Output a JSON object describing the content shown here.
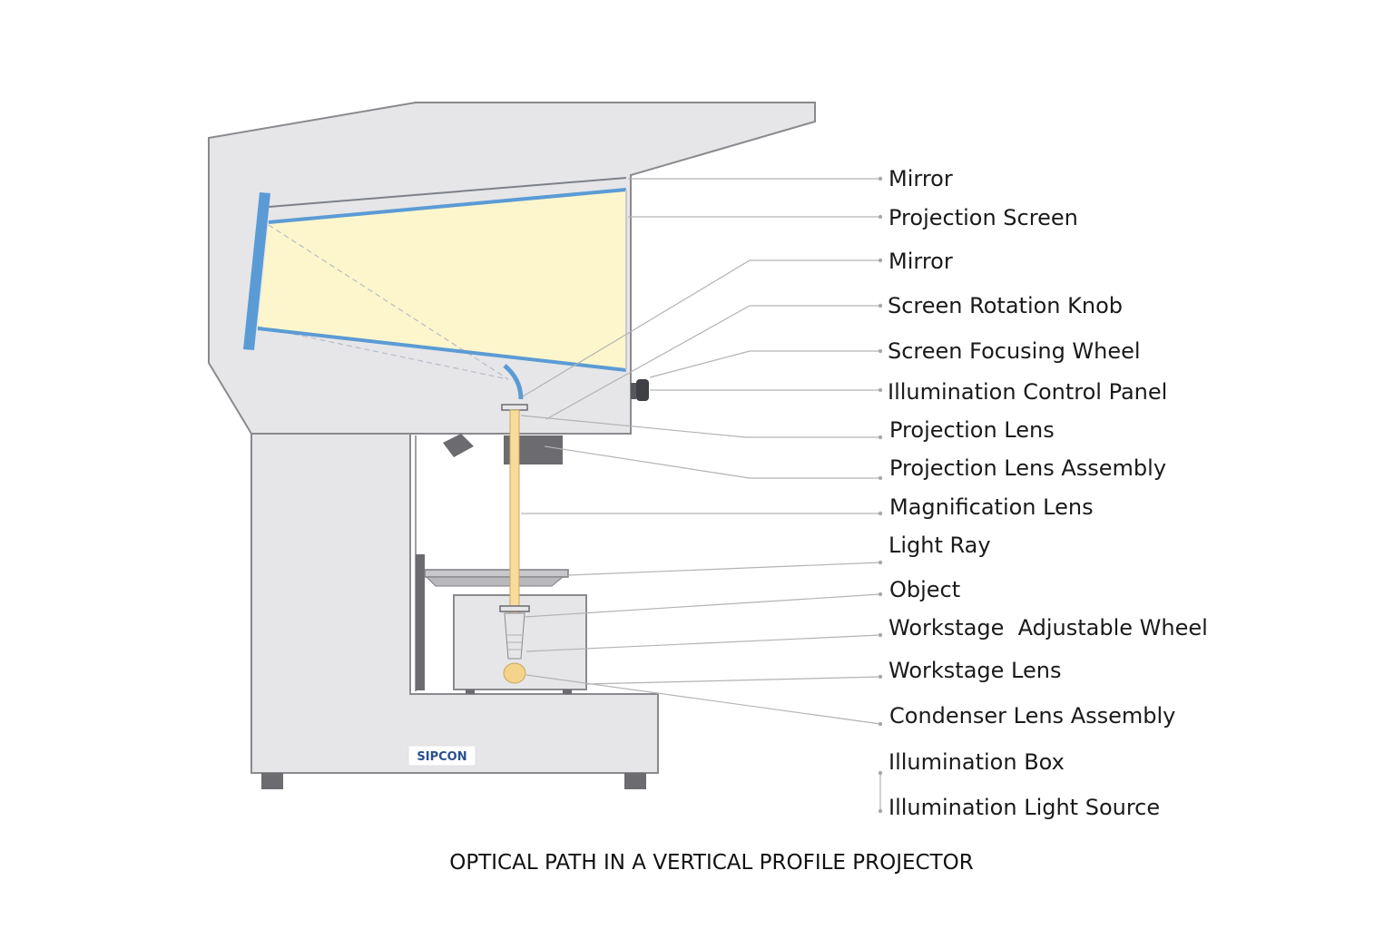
{
  "brand_label": "SIPCON",
  "caption": "OPTICAL PATH IN A VERTICAL PROFILE PROJECTOR",
  "labels": [
    "Mirror",
    "Projection Screen",
    "Mirror",
    "Screen Rotation Knob",
    "Screen Focusing Wheel",
    "Illumination Control Panel",
    "Projection Lens",
    "Projection Lens Assembly",
    "Magnification Lens",
    "Light Ray",
    "Object",
    "Workstage  Adjustable Wheel",
    "Workstage Lens",
    "Condenser Lens Assembly",
    "Illumination Box",
    "Illumination Light Source"
  ],
  "colors": {
    "body": "#e6e6e8",
    "outline": "#8a8a8e",
    "mirror": "#5b9bd5",
    "screen_light": "#fdf6cc",
    "light_ray": "#f7dc9c",
    "brand": "#2a4f8f",
    "dark_part": "#6b6b70"
  }
}
